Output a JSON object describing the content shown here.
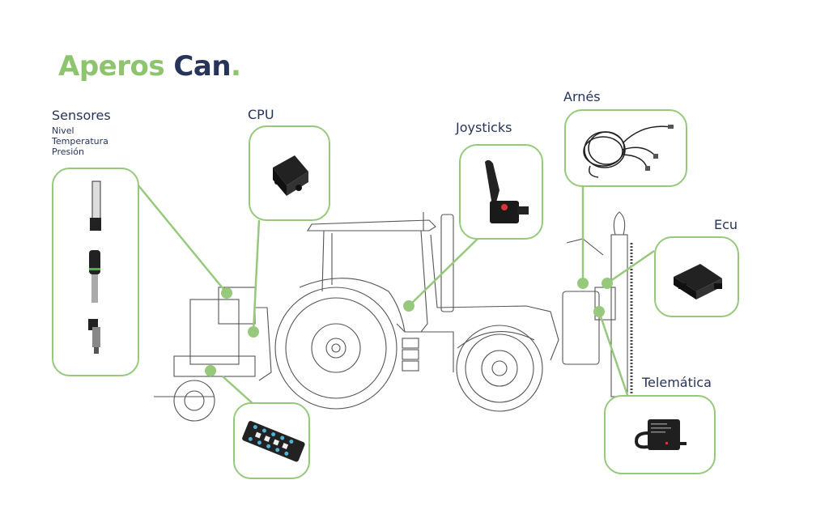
{
  "title": {
    "part1": "Aperos",
    "part2": "Can",
    "dot": "."
  },
  "colors": {
    "accent_green": "#97c97c",
    "title_green": "#8fc46f",
    "navy": "#273459"
  },
  "components": {
    "sensores": {
      "label": "Sensores",
      "sub": [
        "Nivel",
        "Temperatura",
        "Presión"
      ]
    },
    "cpu": {
      "label": "CPU"
    },
    "joysticks": {
      "label": "Joysticks"
    },
    "arnes": {
      "label": "Arnés"
    },
    "ecu": {
      "label": "Ecu"
    },
    "telematica": {
      "label": "Telemática"
    },
    "module": {
      "label": ""
    }
  },
  "illustration": {
    "subject": "tractor-with-implements"
  }
}
